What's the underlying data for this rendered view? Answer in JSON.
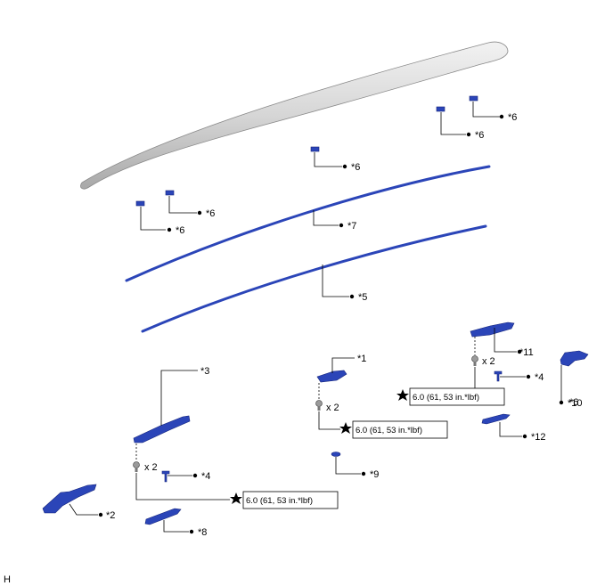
{
  "footer": {
    "code": "H"
  },
  "callouts": [
    {
      "id": "c1",
      "label": "*1"
    },
    {
      "id": "c2",
      "label": "*2"
    },
    {
      "id": "c3",
      "label": "*3"
    },
    {
      "id": "c4a",
      "label": "*4"
    },
    {
      "id": "c4b",
      "label": "*4"
    },
    {
      "id": "c5",
      "label": "*5"
    },
    {
      "id": "c6a",
      "label": "*6"
    },
    {
      "id": "c6b",
      "label": "*6"
    },
    {
      "id": "c6c",
      "label": "*6"
    },
    {
      "id": "c6d",
      "label": "*6"
    },
    {
      "id": "c6e",
      "label": "*6"
    },
    {
      "id": "c7",
      "label": "*7"
    },
    {
      "id": "c8",
      "label": "*8"
    },
    {
      "id": "c9",
      "label": "*9"
    },
    {
      "id": "c10",
      "label": "*10"
    },
    {
      "id": "c11",
      "label": "*11"
    },
    {
      "id": "c12",
      "label": "*12"
    }
  ],
  "quantities": [
    {
      "id": "q1",
      "label": "x 2"
    },
    {
      "id": "q2",
      "label": "x 2"
    },
    {
      "id": "q3",
      "label": "x 2"
    }
  ],
  "torque_specs": [
    {
      "id": "t1",
      "label": "6.0 (61, 53 in.*lbf)"
    },
    {
      "id": "t2",
      "label": "6.0 (61, 53 in.*lbf)"
    },
    {
      "id": "t3",
      "label": "6.0 (61, 53 in.*lbf)"
    }
  ]
}
